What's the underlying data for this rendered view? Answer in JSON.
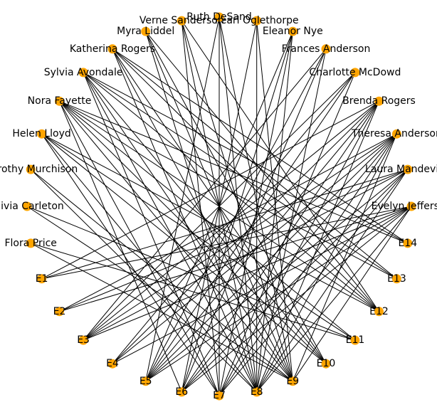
{
  "graph": {
    "node_color": "#ffa500",
    "edge_color": "#000000",
    "nodes": [
      {
        "id": "Evelyn Jefferson",
        "label": "Evelyn Jefferson"
      },
      {
        "id": "Laura Mandeville",
        "label": "Laura Mandeville"
      },
      {
        "id": "Theresa Anderson",
        "label": "Theresa Anderson"
      },
      {
        "id": "Brenda Rogers",
        "label": "Brenda Rogers"
      },
      {
        "id": "Charlotte McDowd",
        "label": "Charlotte McDowd"
      },
      {
        "id": "Frances Anderson",
        "label": "Frances Anderson"
      },
      {
        "id": "Eleanor Nye",
        "label": "Eleanor Nye"
      },
      {
        "id": "Pearl Oglethorpe",
        "label": "Pearl Oglethorpe"
      },
      {
        "id": "Ruth DeSand",
        "label": "Ruth DeSand"
      },
      {
        "id": "Verne Sanderson",
        "label": "Verne Sanderson"
      },
      {
        "id": "Myra Liddel",
        "label": "Myra Liddel"
      },
      {
        "id": "Katherina Rogers",
        "label": "Katherina Rogers"
      },
      {
        "id": "Sylvia Avondale",
        "label": "Sylvia Avondale"
      },
      {
        "id": "Nora Fayette",
        "label": "Nora Fayette"
      },
      {
        "id": "Helen Lloyd",
        "label": "Helen Lloyd"
      },
      {
        "id": "Dorothy Murchison",
        "label": "Dorothy Murchison"
      },
      {
        "id": "Olivia Carleton",
        "label": "Olivia Carleton"
      },
      {
        "id": "Flora Price",
        "label": "Flora Price"
      },
      {
        "id": "E1",
        "label": "E1"
      },
      {
        "id": "E2",
        "label": "E2"
      },
      {
        "id": "E3",
        "label": "E3"
      },
      {
        "id": "E4",
        "label": "E4"
      },
      {
        "id": "E5",
        "label": "E5"
      },
      {
        "id": "E6",
        "label": "E6"
      },
      {
        "id": "E7",
        "label": "E7"
      },
      {
        "id": "E8",
        "label": "E8"
      },
      {
        "id": "E9",
        "label": "E9"
      },
      {
        "id": "E10",
        "label": "E10"
      },
      {
        "id": "E11",
        "label": "E11"
      },
      {
        "id": "E12",
        "label": "E12"
      },
      {
        "id": "E13",
        "label": "E13"
      },
      {
        "id": "E14",
        "label": "E14"
      }
    ],
    "edges": [
      [
        "Evelyn Jefferson",
        "E1"
      ],
      [
        "Evelyn Jefferson",
        "E2"
      ],
      [
        "Evelyn Jefferson",
        "E3"
      ],
      [
        "Evelyn Jefferson",
        "E4"
      ],
      [
        "Evelyn Jefferson",
        "E5"
      ],
      [
        "Evelyn Jefferson",
        "E6"
      ],
      [
        "Evelyn Jefferson",
        "E8"
      ],
      [
        "Evelyn Jefferson",
        "E9"
      ],
      [
        "Laura Mandeville",
        "E1"
      ],
      [
        "Laura Mandeville",
        "E2"
      ],
      [
        "Laura Mandeville",
        "E3"
      ],
      [
        "Laura Mandeville",
        "E5"
      ],
      [
        "Laura Mandeville",
        "E6"
      ],
      [
        "Laura Mandeville",
        "E7"
      ],
      [
        "Laura Mandeville",
        "E8"
      ],
      [
        "Theresa Anderson",
        "E2"
      ],
      [
        "Theresa Anderson",
        "E3"
      ],
      [
        "Theresa Anderson",
        "E4"
      ],
      [
        "Theresa Anderson",
        "E5"
      ],
      [
        "Theresa Anderson",
        "E6"
      ],
      [
        "Theresa Anderson",
        "E7"
      ],
      [
        "Theresa Anderson",
        "E8"
      ],
      [
        "Theresa Anderson",
        "E9"
      ],
      [
        "Brenda Rogers",
        "E1"
      ],
      [
        "Brenda Rogers",
        "E3"
      ],
      [
        "Brenda Rogers",
        "E4"
      ],
      [
        "Brenda Rogers",
        "E5"
      ],
      [
        "Brenda Rogers",
        "E6"
      ],
      [
        "Brenda Rogers",
        "E7"
      ],
      [
        "Brenda Rogers",
        "E8"
      ],
      [
        "Charlotte McDowd",
        "E3"
      ],
      [
        "Charlotte McDowd",
        "E4"
      ],
      [
        "Charlotte McDowd",
        "E5"
      ],
      [
        "Charlotte McDowd",
        "E7"
      ],
      [
        "Frances Anderson",
        "E3"
      ],
      [
        "Frances Anderson",
        "E5"
      ],
      [
        "Frances Anderson",
        "E6"
      ],
      [
        "Frances Anderson",
        "E8"
      ],
      [
        "Eleanor Nye",
        "E5"
      ],
      [
        "Eleanor Nye",
        "E6"
      ],
      [
        "Eleanor Nye",
        "E7"
      ],
      [
        "Eleanor Nye",
        "E8"
      ],
      [
        "Pearl Oglethorpe",
        "E6"
      ],
      [
        "Pearl Oglethorpe",
        "E8"
      ],
      [
        "Pearl Oglethorpe",
        "E9"
      ],
      [
        "Ruth DeSand",
        "E5"
      ],
      [
        "Ruth DeSand",
        "E7"
      ],
      [
        "Ruth DeSand",
        "E8"
      ],
      [
        "Ruth DeSand",
        "E9"
      ],
      [
        "Verne Sanderson",
        "E7"
      ],
      [
        "Verne Sanderson",
        "E8"
      ],
      [
        "Verne Sanderson",
        "E9"
      ],
      [
        "Verne Sanderson",
        "E12"
      ],
      [
        "Myra Liddel",
        "E8"
      ],
      [
        "Myra Liddel",
        "E9"
      ],
      [
        "Myra Liddel",
        "E10"
      ],
      [
        "Myra Liddel",
        "E12"
      ],
      [
        "Katherina Rogers",
        "E8"
      ],
      [
        "Katherina Rogers",
        "E9"
      ],
      [
        "Katherina Rogers",
        "E10"
      ],
      [
        "Katherina Rogers",
        "E12"
      ],
      [
        "Katherina Rogers",
        "E13"
      ],
      [
        "Katherina Rogers",
        "E14"
      ],
      [
        "Sylvia Avondale",
        "E7"
      ],
      [
        "Sylvia Avondale",
        "E8"
      ],
      [
        "Sylvia Avondale",
        "E9"
      ],
      [
        "Sylvia Avondale",
        "E10"
      ],
      [
        "Sylvia Avondale",
        "E12"
      ],
      [
        "Sylvia Avondale",
        "E13"
      ],
      [
        "Sylvia Avondale",
        "E14"
      ],
      [
        "Nora Fayette",
        "E6"
      ],
      [
        "Nora Fayette",
        "E7"
      ],
      [
        "Nora Fayette",
        "E9"
      ],
      [
        "Nora Fayette",
        "E10"
      ],
      [
        "Nora Fayette",
        "E11"
      ],
      [
        "Nora Fayette",
        "E12"
      ],
      [
        "Nora Fayette",
        "E13"
      ],
      [
        "Nora Fayette",
        "E14"
      ],
      [
        "Helen Lloyd",
        "E7"
      ],
      [
        "Helen Lloyd",
        "E8"
      ],
      [
        "Helen Lloyd",
        "E10"
      ],
      [
        "Helen Lloyd",
        "E11"
      ],
      [
        "Helen Lloyd",
        "E12"
      ],
      [
        "Dorothy Murchison",
        "E8"
      ],
      [
        "Dorothy Murchison",
        "E9"
      ],
      [
        "Olivia Carleton",
        "E9"
      ],
      [
        "Olivia Carleton",
        "E11"
      ],
      [
        "Flora Price",
        "E9"
      ],
      [
        "Flora Price",
        "E11"
      ]
    ]
  }
}
